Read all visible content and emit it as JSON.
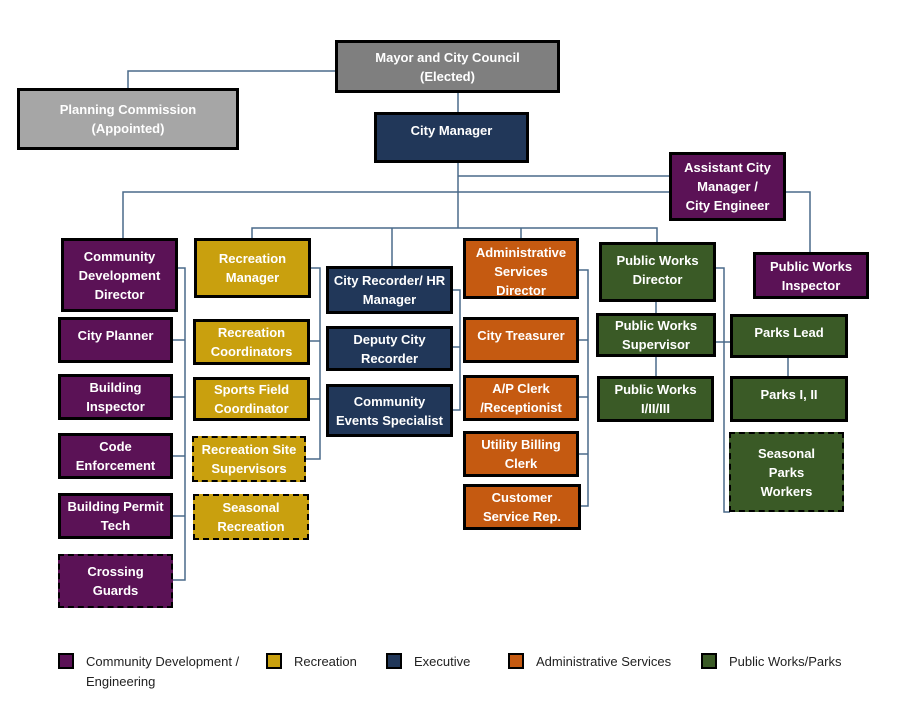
{
  "colors": {
    "community": "#5b1256",
    "recreation": "#c9a00e",
    "executive": "#213759",
    "admin": "#c55a11",
    "publicworks": "#3a5a26",
    "mayor": "#7f7f7f",
    "planning": "#a6a6a6",
    "connector": "#4a6a8a"
  },
  "nodes": {
    "mayor": {
      "line1": "Mayor and City Council",
      "line2": "(Elected)"
    },
    "planning": {
      "line1": "Planning Commission",
      "line2": "(Appointed)"
    },
    "city_manager": {
      "line1": "City Manager"
    },
    "assistant": {
      "line1": "Assistant City",
      "line2": "Manager /",
      "line3": "City Engineer"
    },
    "comm_dev": {
      "line1": "Community",
      "line2": "Development",
      "line3": "Director"
    },
    "city_planner": {
      "line1": "City Planner"
    },
    "building_inspector": {
      "line1": "Building",
      "line2": "Inspector"
    },
    "code_enforcement": {
      "line1": "Code",
      "line2": "Enforcement"
    },
    "permit_tech": {
      "line1": "Building Permit",
      "line2": "Tech"
    },
    "crossing_guards": {
      "line1": "Crossing",
      "line2": "Guards"
    },
    "rec_manager": {
      "line1": "Recreation",
      "line2": "Manager"
    },
    "rec_coordinators": {
      "line1": "Recreation",
      "line2": "Coordinators"
    },
    "sports_field": {
      "line1": "Sports Field",
      "line2": "Coordinator"
    },
    "rec_site": {
      "line1": "Recreation Site",
      "line2": "Supervisors"
    },
    "seasonal_rec": {
      "line1": "Seasonal",
      "line2": "Recreation"
    },
    "recorder": {
      "line1": "City Recorder/ HR",
      "line2": "Manager"
    },
    "deputy_recorder": {
      "line1": "Deputy City",
      "line2": "Recorder"
    },
    "events": {
      "line1": "Community",
      "line2": "Events Specialist"
    },
    "admin_director": {
      "line1": "Administrative",
      "line2": "Services Director"
    },
    "treasurer": {
      "line1": "City Treasurer"
    },
    "ap_clerk": {
      "line1": "A/P Clerk",
      "line2": "/Receptionist"
    },
    "utility_clerk": {
      "line1": "Utility Billing",
      "line2": "Clerk"
    },
    "customer_service": {
      "line1": "Customer",
      "line2": "Service Rep."
    },
    "pw_director": {
      "line1": "Public Works",
      "line2": "Director"
    },
    "pw_supervisor": {
      "line1": "Public Works",
      "line2": "Supervisor"
    },
    "pw_workers": {
      "line1": "Public Works",
      "line2": "I/II/III"
    },
    "pw_inspector": {
      "line1": "Public Works",
      "line2": "Inspector"
    },
    "parks_lead": {
      "line1": "Parks Lead"
    },
    "parks_12": {
      "line1": "Parks I, II"
    },
    "seasonal_parks": {
      "line1": "Seasonal",
      "line2": "Parks",
      "line3": "Workers"
    }
  },
  "legend": [
    {
      "line1": "Community Development /",
      "line2": "Engineering",
      "color": "#5b1256"
    },
    {
      "line1": "Recreation",
      "color": "#c9a00e"
    },
    {
      "line1": "Executive",
      "color": "#213759"
    },
    {
      "line1": "Administrative Services",
      "color": "#c55a11"
    },
    {
      "line1": "Public Works/Parks",
      "color": "#3a5a26"
    }
  ]
}
